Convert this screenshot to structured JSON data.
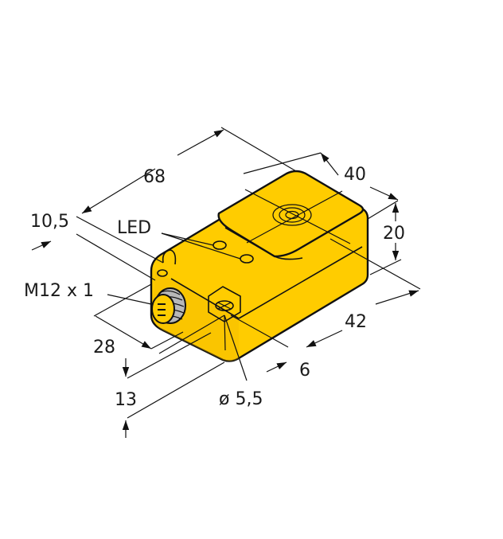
{
  "colors": {
    "body": "#FFCC00",
    "body_shadow": "#F2B700",
    "outline": "#111111",
    "connector": "#B8B8B8",
    "background": "#FFFFFF"
  },
  "labels": {
    "length": "68",
    "width": "40",
    "height": "20",
    "depth": "42",
    "offset_10_5": "10,5",
    "led": "LED",
    "connector": "M12 x 1",
    "offset_28": "28",
    "offset_13": "13",
    "hole_offset": "6",
    "hole_diameter": "ø 5,5"
  }
}
